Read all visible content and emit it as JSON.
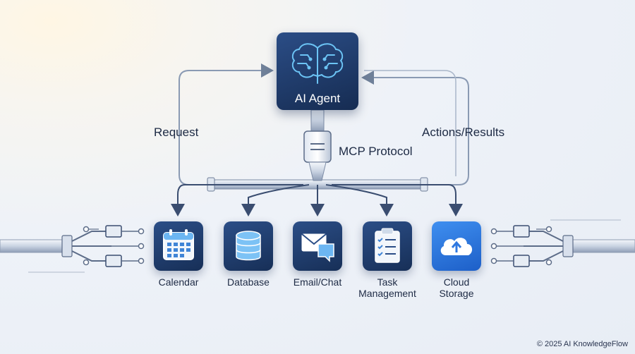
{
  "agent": {
    "title": "AI Agent",
    "icon": "brain-circuit-icon"
  },
  "flow": {
    "request_label": "Request",
    "results_label": "Actions/Results",
    "protocol_label": "MCP Protocol"
  },
  "tools": [
    {
      "name": "Calendar",
      "lines": [
        "Calendar"
      ],
      "icon": "calendar-icon"
    },
    {
      "name": "Database",
      "lines": [
        "Database"
      ],
      "icon": "database-icon"
    },
    {
      "name": "Email/Chat",
      "lines": [
        "Email/Chat"
      ],
      "icon": "email-chat-icon"
    },
    {
      "name": "Task Management",
      "lines": [
        "Task",
        "Management"
      ],
      "icon": "task-clipboard-icon"
    },
    {
      "name": "Cloud Storage",
      "lines": [
        "Cloud",
        "Storage"
      ],
      "icon": "cloud-upload-icon"
    }
  ],
  "footer": {
    "copyright": "© 2025 AI KnowledgeFlow"
  },
  "colors": {
    "tile_dark": "#1f3b6a",
    "tile_cloud": "#2f78e0",
    "connector_line": "#8a9ab3",
    "arrow_dark": "#3a4d70",
    "text": "#1d2a44"
  }
}
